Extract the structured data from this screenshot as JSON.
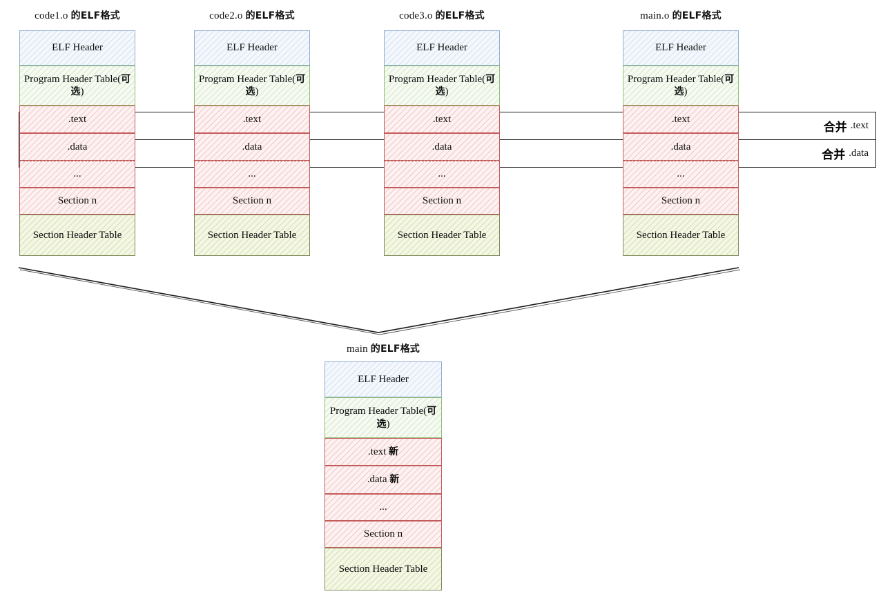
{
  "diagram": {
    "title_suffix_latin": "",
    "columns": [
      {
        "id": "code1",
        "title_latin": "code1.o",
        "title_cjk": "的ELF格式",
        "blocks": [
          {
            "name": "elf-header",
            "text": "ELF Header",
            "cjk": "",
            "kind": "blue"
          },
          {
            "name": "program-header-table",
            "text": "Program Header Table(",
            "cjk": "可选",
            "suffix": ")",
            "kind": "green",
            "two_line": true
          },
          {
            "name": "section-text",
            "text": ".text",
            "cjk": "",
            "kind": "red"
          },
          {
            "name": "section-data",
            "text": ".data",
            "cjk": "",
            "kind": "red"
          },
          {
            "name": "section-ellipsis",
            "text": "...",
            "cjk": "",
            "kind": "red"
          },
          {
            "name": "section-n",
            "text": "Section n",
            "cjk": "",
            "kind": "red"
          },
          {
            "name": "section-header-table",
            "text": "Section Header Table",
            "cjk": "",
            "kind": "olive"
          }
        ]
      },
      {
        "id": "code2",
        "title_latin": "code2.o",
        "title_cjk": "的ELF格式",
        "blocks": [
          {
            "name": "elf-header",
            "text": "ELF Header",
            "cjk": "",
            "kind": "blue"
          },
          {
            "name": "program-header-table",
            "text": "Program Header Table(",
            "cjk": "可选",
            "suffix": ")",
            "kind": "green",
            "two_line": true
          },
          {
            "name": "section-text",
            "text": ".text",
            "cjk": "",
            "kind": "red"
          },
          {
            "name": "section-data",
            "text": ".data",
            "cjk": "",
            "kind": "red"
          },
          {
            "name": "section-ellipsis",
            "text": "...",
            "cjk": "",
            "kind": "red"
          },
          {
            "name": "section-n",
            "text": "Section n",
            "cjk": "",
            "kind": "red"
          },
          {
            "name": "section-header-table",
            "text": "Section Header Table",
            "cjk": "",
            "kind": "olive"
          }
        ]
      },
      {
        "id": "code3",
        "title_latin": "code3.o",
        "title_cjk": "的ELF格式",
        "blocks": [
          {
            "name": "elf-header",
            "text": "ELF Header",
            "cjk": "",
            "kind": "blue"
          },
          {
            "name": "program-header-table",
            "text": "Program Header Table(",
            "cjk": "可选",
            "suffix": ")",
            "kind": "green",
            "two_line": true
          },
          {
            "name": "section-text",
            "text": ".text",
            "cjk": "",
            "kind": "red"
          },
          {
            "name": "section-data",
            "text": ".data",
            "cjk": "",
            "kind": "red"
          },
          {
            "name": "section-ellipsis",
            "text": "...",
            "cjk": "",
            "kind": "red"
          },
          {
            "name": "section-n",
            "text": "Section n",
            "cjk": "",
            "kind": "red"
          },
          {
            "name": "section-header-table",
            "text": "Section Header Table",
            "cjk": "",
            "kind": "olive"
          }
        ]
      },
      {
        "id": "maino",
        "title_latin": "main.o",
        "title_cjk": "的ELF格式",
        "blocks": [
          {
            "name": "elf-header",
            "text": "ELF Header",
            "cjk": "",
            "kind": "blue"
          },
          {
            "name": "program-header-table",
            "text": "Program Header Table(",
            "cjk": "可选",
            "suffix": ")",
            "kind": "green",
            "two_line": true
          },
          {
            "name": "section-text",
            "text": ".text",
            "cjk": "",
            "kind": "red"
          },
          {
            "name": "section-data",
            "text": ".data",
            "cjk": "",
            "kind": "red"
          },
          {
            "name": "section-ellipsis",
            "text": "...",
            "cjk": "",
            "kind": "red"
          },
          {
            "name": "section-n",
            "text": "Section n",
            "cjk": "",
            "kind": "red"
          },
          {
            "name": "section-header-table",
            "text": "Section Header Table",
            "cjk": "",
            "kind": "olive"
          }
        ]
      }
    ],
    "output_column": {
      "id": "main",
      "title_latin": "main",
      "title_cjk": "的ELF格式",
      "blocks": [
        {
          "name": "elf-header",
          "text": "ELF Header",
          "cjk": "",
          "kind": "blue"
        },
        {
          "name": "program-header-table",
          "text": "Program Header Table(",
          "cjk": "可选",
          "suffix": ")",
          "kind": "green",
          "two_line": true
        },
        {
          "name": "section-text-new",
          "text": ".text",
          "cjk": "新",
          "kind": "red"
        },
        {
          "name": "section-data-new",
          "text": ".data",
          "cjk": "新",
          "kind": "red"
        },
        {
          "name": "section-ellipsis",
          "text": "...",
          "cjk": "",
          "kind": "red"
        },
        {
          "name": "section-n",
          "text": "Section n",
          "cjk": "",
          "kind": "red"
        },
        {
          "name": "section-header-table",
          "text": "Section Header Table",
          "cjk": "",
          "kind": "olive"
        }
      ]
    },
    "merge_callouts": [
      {
        "name": "merge-text-band",
        "cjk": "合并",
        "section": ".text"
      },
      {
        "name": "merge-data-band",
        "cjk": "合并",
        "section": ".data"
      }
    ],
    "colors": {
      "blue_border": "#8fadd4",
      "green_border": "#8fbf72",
      "red_border": "#c45b5b",
      "olive_border": "#7e8a5c",
      "line": "#1a1a1a",
      "text": "#0d0d0d",
      "background": "#ffffff"
    }
  }
}
